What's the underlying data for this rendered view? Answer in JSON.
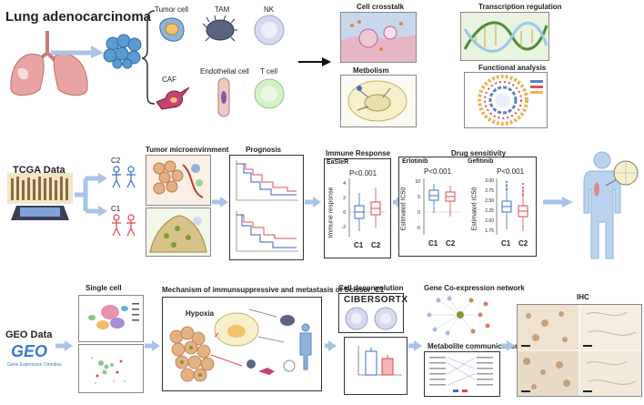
{
  "row1": {
    "title": "Lung adenocarcinoma",
    "cells": {
      "tumor": "Tumor cell",
      "tam": "TAM",
      "nk": "NK",
      "caf": "CAF",
      "endothelial": "Endothelial cell",
      "tcell": "T cell"
    },
    "panels": {
      "crosstalk": "Cell crosstalk",
      "metabolism": "Metbolism",
      "transcription": "Transcription regulation",
      "functional": "Functional analysis"
    }
  },
  "row2": {
    "title": "TCGA Data",
    "groups": {
      "c2": "C2",
      "c1": "C1"
    },
    "tme_title": "Tumor microenvirnment",
    "prognosis_title": "Prognosis",
    "immune": {
      "title": "Immune Response",
      "subtitle": "EaSIeR",
      "pval": "P<0.001",
      "ylabel": "Immune response",
      "x1": "C1",
      "x2": "C2",
      "ticks": [
        "4",
        "2",
        "0",
        "-2"
      ]
    },
    "drug": {
      "title": "Drug sensitivity",
      "erlotinib": {
        "name": "Erlotinib",
        "pval": "P<0.001",
        "ylabel": "Estimated IC50",
        "x1": "C1",
        "x2": "C2",
        "ticks": [
          "10",
          "5",
          "0",
          "-5"
        ]
      },
      "gefitinib": {
        "name": "Gefitinib",
        "pval": "P<0.001",
        "ylabel": "Estimated IC50",
        "x1": "C1",
        "x2": "C2",
        "ticks": [
          "3.00",
          "2.75",
          "2.50",
          "2.25",
          "2.00",
          "1.75"
        ]
      }
    }
  },
  "row3": {
    "title": "GEO Data",
    "geo_logo": "GEO",
    "geo_sub": "Gene Expression Omnibus",
    "single_cell": "Single cell",
    "mechanism_title": "Mechanism of immunsuppressive and metastasis of Scissor_C1",
    "hypoxia": "Hypoxia",
    "decon_title": "Cell deconvolution",
    "cibersort": "CIBERSORTX",
    "coexp_title": "Gene Co-expression network",
    "metabolite_title": "Metabolite communication",
    "ihc_title": "IHC"
  },
  "colors": {
    "arrow": "#a9c3e6",
    "c1_box": "#3b6fc4",
    "c2_box": "#e04848",
    "km_red": "#d9534f",
    "km_blue": "#3a5fcd"
  }
}
